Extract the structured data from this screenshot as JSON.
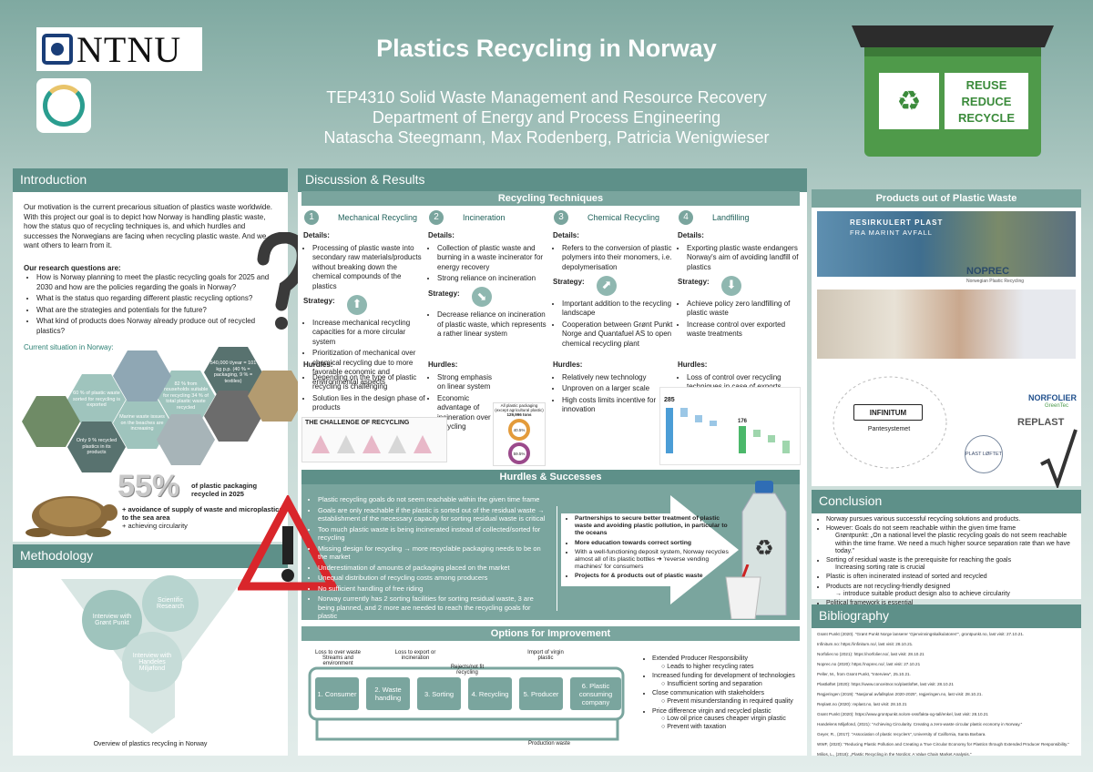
{
  "header": {
    "logo_text": "NTNU",
    "title": "Plastics Recycling in Norway",
    "subtitle_lines": [
      "TEP4310 Solid Waste Management and Resource Recovery",
      "Department of Energy and Process Engineering",
      "Natascha Steegmann, Max Rodenberg, Patricia Wenigwieser"
    ],
    "bin_text": [
      "REUSE",
      "REDUCE",
      "RECYCLE"
    ]
  },
  "introduction": {
    "heading": "Introduction",
    "p1": "Our motivation is the current precarious situation of plastics waste worldwide. With this project our goal is to depict how Norway is handling plastic waste, how the status quo of recycling techniques is, and which hurdles and successes the Norwegians are facing when recycling plastic waste. And we want others to learn from it.",
    "questions_title": "Our research questions are:",
    "questions": [
      "How is Norway planning to meet the plastic recycling goals for 2025 and 2030 and how are the policies regarding the goals in Norway?",
      "What is the status quo regarding different plastic recycling options?",
      "What are the strategies and potentials for the future?",
      "What kind of products does Norway already produce out of recycled plastics?"
    ],
    "current_title": "Current situation in Norway:",
    "hexes": [
      "540,000 t/year = 101 kg p.p. (40 % = packaging, 9 % = textiles)",
      "60 % of plastic waste sorted for recycling is exported",
      "82 % from households suitable for recycling 34 % of total plastic waste recycled",
      "Marine waste issues on the beaches are increasing",
      "Only 9 % recycled plastics in its products"
    ],
    "big_percent": "55%",
    "percent_caption": "of plastic packaging recycled in 2025",
    "benefits": [
      "+ avoidance of supply of waste and microplastics to the sea area",
      "+ achieving circularity"
    ]
  },
  "methodology": {
    "heading": "Methodology",
    "circles": [
      "Interview with Grønt Punkt",
      "Scientific Research",
      "Interview with Handeles Miljøfond"
    ],
    "caption": "Overview of plastics recycling in Norway"
  },
  "discussion": {
    "heading": "Discussion & Results",
    "techniques_title": "Recycling Techniques",
    "labels": {
      "details": "Details:",
      "strategy": "Strategy:",
      "hurdles": "Hurdles:"
    },
    "columns": [
      {
        "num": "1",
        "name": "Mechanical Recycling",
        "arrow": "⬆",
        "details": [
          "Processing of plastic waste into secondary raw materials/products without breaking down the chemical compounds of the plastics"
        ],
        "strategy": [
          "Increase mechanical recycling capacities for a more circular system",
          "Prioritization of mechanical over chemical recycling due to more favorable economic and environmental aspects"
        ],
        "hurdles": [
          "Depending on the type of plastic recycling is challenging",
          "Solution lies in the design phase of products"
        ]
      },
      {
        "num": "2",
        "name": "Incineration",
        "arrow": "⬊",
        "details": [
          "Collection of plastic waste and burning in a waste incinerator for energy recovery",
          "Strong reliance on incineration"
        ],
        "strategy": [
          "Decrease reliance on incineration of plastic waste, which represents a rather linear system"
        ],
        "hurdles": [
          "Strong emphasis on linear system",
          "Economic advantage of incineration over recycling"
        ]
      },
      {
        "num": "3",
        "name": "Chemical Recycling",
        "arrow": "⬈",
        "details": [
          "Refers to the conversion of plastic polymers into their monomers, i.e. depolymerisation"
        ],
        "strategy": [
          "Important addition to the recycling landscape",
          "Cooperation between Grønt Punkt Norge and Quantafuel AS to open chemical recycling plant"
        ],
        "hurdles": [
          "Relatively new technology",
          "Unproven on a larger scale",
          "High costs limits incentive for innovation"
        ]
      },
      {
        "num": "4",
        "name": "Landfilling",
        "arrow": "⬇",
        "details": [
          "Exporting plastic waste endangers Norway's aim of avoiding landfill of plastics"
        ],
        "strategy": [
          "Achieve policy zero landfilling of plastic waste",
          "Increase control over exported waste treatments"
        ],
        "hurdles": [
          "Loss of control over recycling techniques in case of exports"
        ]
      }
    ],
    "challenge_title": "THE CHALLENGE OF RECYCLING",
    "donut": {
      "title": "All plastic packaging (except agricultural plastic)",
      "total": "129,996 tons",
      "pct1": "40.5%",
      "pct2": "59.5%"
    },
    "mini_chart_value": "285",
    "mini_chart_mid": "176",
    "hurdles_title": "Hurdles & Successes",
    "hurdles_list": [
      "Plastic recycling goals do not seem reachable within the given time frame",
      "Goals are only reachable if the plastic is sorted out of the residual waste → establishment of the necessary capacity for sorting residual waste is critical",
      "Too much plastic waste is being incinerated instead of collected/sorted for recycling",
      "Missing design for recycling → more recyclable packaging needs to be on the market",
      "Underestimation of amounts of packaging placed on the market",
      "Unequal distribution of recycling costs among producers",
      "No sufficient handling of free riding",
      "Norway currently has 2 sorting facilities for sorting residual waste, 3 are being planned, and 2 more are needed to reach the recycling goals for plastic"
    ],
    "successes_list": [
      "Partnerships to secure better treatment of plastic waste and avoiding plastic pollution, in particular to the oceans",
      "More education towards correct sorting",
      "With a well-functioning deposit system, Norway recycles almost all of its plastic bottles ➔ 'reverse vending machines' for consumers",
      "Projects for & products out of plastic waste"
    ],
    "options_title": "Options for Improvement",
    "flow_boxes": [
      "1. Consumer",
      "2. Waste handling",
      "3. Sorting",
      "4. Recycling",
      "5. Producer",
      "6. Plastic consuming company"
    ],
    "flow_notes": [
      "Loss to over waste Streams and environment",
      "Loss to export or incineration",
      "Rejects/not fit recycling",
      "Import of virgin plastic",
      "Production waste"
    ],
    "options_list": [
      {
        "main": "Extended Producer Responsibility",
        "sub": "Leads to higher recycling rates"
      },
      {
        "main": "Increased funding for development of technologies",
        "sub": "Insufficient sorting and separation"
      },
      {
        "main": "Close communication with stakeholders",
        "sub": "Prevent misunderstanding in required quality"
      },
      {
        "main": "Price difference virgin and recycled plastic",
        "sub": "Low oil price causes cheaper virgin plastic"
      },
      {
        "main": "",
        "sub": "Prevent with taxation"
      }
    ]
  },
  "products": {
    "heading": "Products out of Plastic Waste",
    "banner": [
      "RESIRKULERT PLAST",
      "FRA MARINT AVFALL"
    ],
    "brand1": "NOPREC",
    "brand1_sub": "Norwegian Plastic Recycling",
    "infinitum": "INFINITUM",
    "pant": "Pantesystemet",
    "brand2": "NORFOLIER",
    "brand2_sub": "GreenTec",
    "brand3": "REPLAST",
    "plast": "PLAST LØFTET"
  },
  "conclusion": {
    "heading": "Conclusion",
    "items": [
      {
        "text": "Norway pursues various successful recycling solutions and products.",
        "sub": []
      },
      {
        "text": "However: Goals do not seem reachable within the given time frame",
        "sub": [
          "Grøntpunkt: „On a national level the plastic recycling goals do not seem reachable within the time frame. We need a much higher source separation rate than we have today.\""
        ]
      },
      {
        "text": "Sorting of residual waste is the prerequisite for reaching the goals",
        "sub": [
          "Increasing sorting rate is crucial"
        ]
      },
      {
        "text": "Plastic is often incinerated instead of sorted and recycled",
        "sub": []
      },
      {
        "text": "Products are not recycling-friendly designed",
        "sub": [
          "→ introduce suitable product design also to achieve circularity"
        ]
      },
      {
        "text": "Political framework is essential",
        "sub": []
      }
    ]
  },
  "bibliography": {
    "heading": "Bibliography",
    "refs": [
      "Grønt Punkt (2020). \"Grønt Punkt Norge lanserer 'Gjenvinningskalkulatoren'\", grontpunkt.no, last visit: 27.10.21.",
      "Infinitum.no: https://infinitum.no/, last visit: 28.10.21.",
      "Norfolier.no (2021): https://norfolier.no/, last visit: 28.10.21",
      "Noprec.no (2020): https://noprec.no/, last visit: 27.10.21",
      "Peller, M., from Grønt Punkt, \"Interview\", 25.10.21.",
      "Plastløftet (2020): https://www.conceitnor.no/plastloftet, last visit: 28.10.21",
      "Regjeringen (2019): \"Nasjonal avfallsplan 2020-2025\", regjeringen.no, last visit: 28.10.21.",
      "Replast.no (2020): replast.no, last visit: 28.10.21",
      "Grønt Punkt (2020): https://www.grontpunkt.no/om-oss/fakta-og-tall/enkel, last visit: 28.10.21",
      "Handelens Miljøfond, (2021): \"Achieving Circularity. Creating a zero-waste circular plastic economy in Norway.\"",
      "Geyer, R., (2017): \"Association of plastic recyclers\", University of California, Santa Barbara.",
      "WWF, (2020): \"Reducing Plastic Pollution and Creating a True Circular Economy for Plastics through Extended Producer Responsibility.\"",
      "Milios, L., (2018): „Plastic Recycling in the Nordics: A Value Chain Market Analysis.\""
    ]
  }
}
